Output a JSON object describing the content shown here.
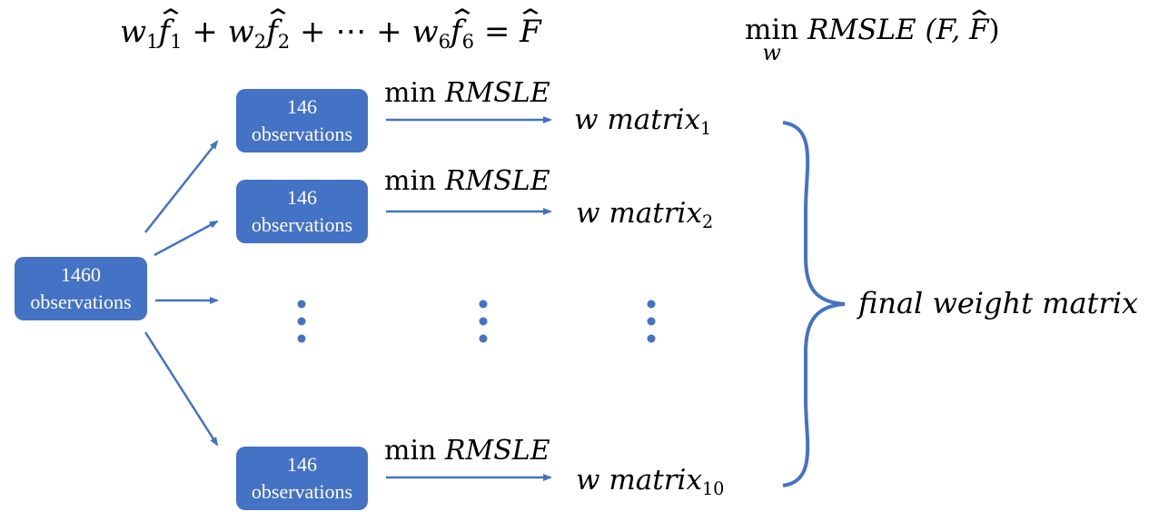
{
  "equation": {
    "w1": "w",
    "s1": "1",
    "f1": "f",
    "f1s": "1",
    "plus1": "+",
    "w2": "w",
    "s2": "2",
    "f2": "f",
    "f2s": "2",
    "plus2": "+",
    "dots": "⋯",
    "plus3": "+",
    "w6": "w",
    "s6": "6",
    "f6": "f",
    "f6s": "6",
    "eq": "=",
    "F": "F",
    "hat": "⌃"
  },
  "objective": {
    "min": "min",
    "under": "w",
    "rmsle": "RMSLE",
    "args": "(F, ",
    "Fhat": "F",
    "close": ")"
  },
  "source_box": {
    "line1": "1460",
    "line2": "observations"
  },
  "folds": [
    {
      "line1": "146",
      "line2": "observations",
      "min": "min",
      "rmsle": "RMSLE",
      "w": "w matrix",
      "sub": "1"
    },
    {
      "line1": "146",
      "line2": "observations",
      "min": "min",
      "rmsle": "RMSLE",
      "w": "w matrix",
      "sub": "2"
    },
    {
      "line1": "146",
      "line2": "observations",
      "min": "min",
      "rmsle": "RMSLE",
      "w": "w matrix",
      "sub": "10"
    }
  ],
  "result": {
    "label": "final weight matrix"
  },
  "colors": {
    "accent": "#4472c4",
    "text": "#000000",
    "background": "#ffffff"
  }
}
